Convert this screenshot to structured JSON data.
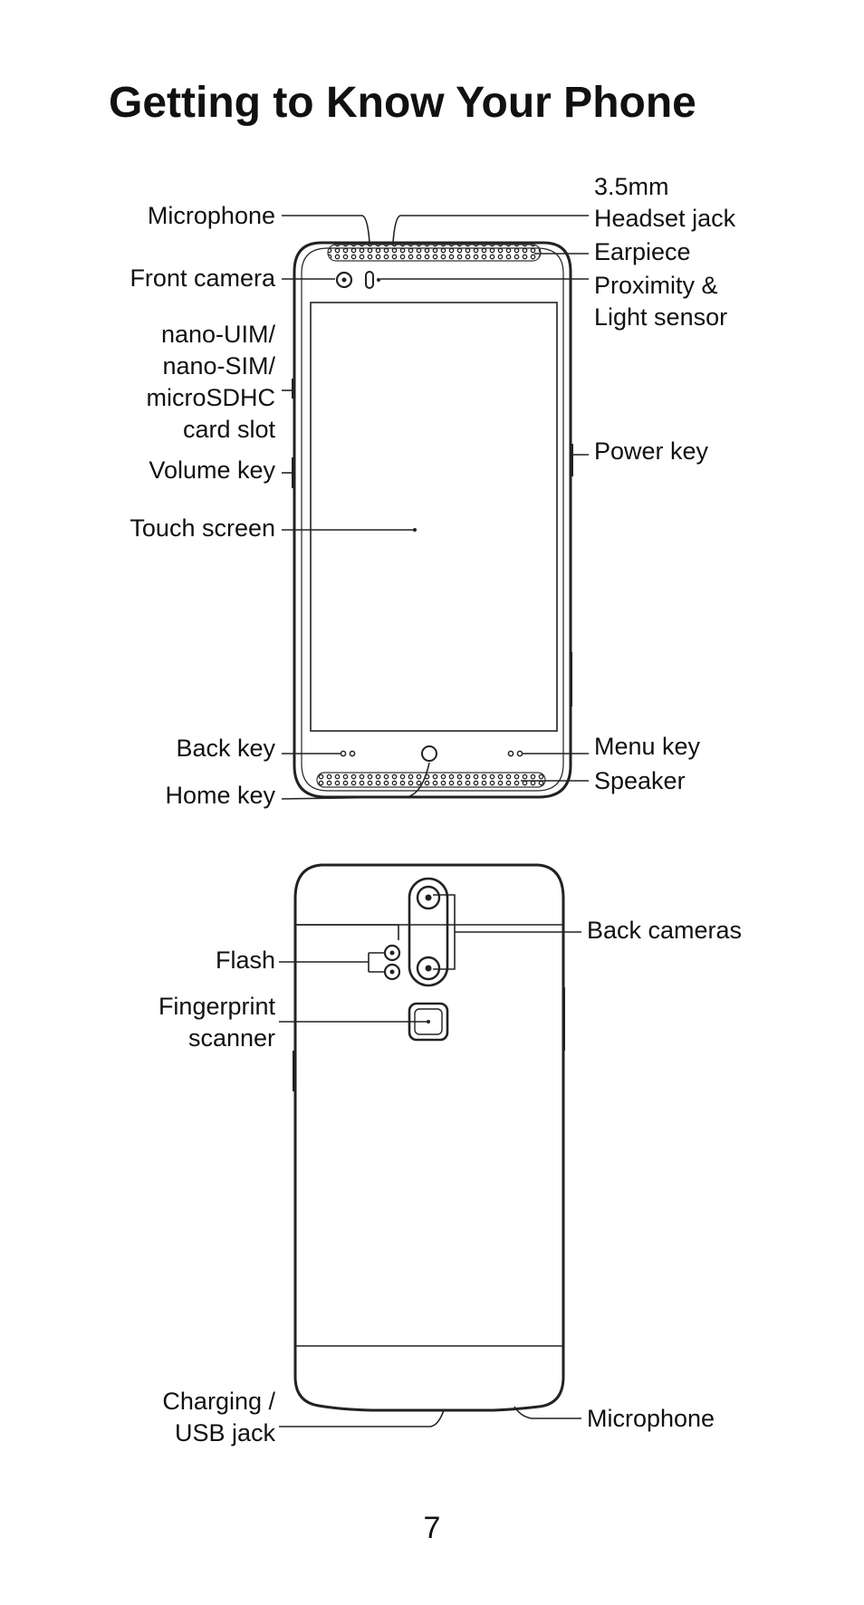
{
  "title": "Getting to Know Your Phone",
  "front_labels": {
    "microphone": "Microphone",
    "headset_jack": "3.5mm\nHeadset jack",
    "earpiece": "Earpiece",
    "front_camera": "Front camera",
    "proximity_sensor": "Proximity &\nLight sensor",
    "card_slot": "nano-UIM/\nnano-SIM/\nmicroSDHC\ncard slot",
    "power_key": "Power key",
    "volume_key": "Volume key",
    "touch_screen": "Touch screen",
    "back_key": "Back key",
    "menu_key": "Menu key",
    "home_key": "Home key",
    "speaker": "Speaker"
  },
  "back_labels": {
    "back_cameras": "Back cameras",
    "flash": "Flash",
    "fingerprint_scanner": "Fingerprint\nscanner",
    "charging_usb_jack": "Charging /\nUSB jack",
    "microphone": "Microphone"
  },
  "page_number": "7"
}
